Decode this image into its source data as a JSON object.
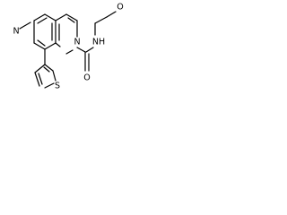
{
  "structure": {
    "atoms": {
      "ring_nitrogen_top": "N",
      "ring_nitrogen_bottom": "N",
      "thiophene_sulfur": "S",
      "carbonyl_oxygen": "O",
      "amide_nitrogen": "NH",
      "ether_oxygen": "O"
    }
  }
}
